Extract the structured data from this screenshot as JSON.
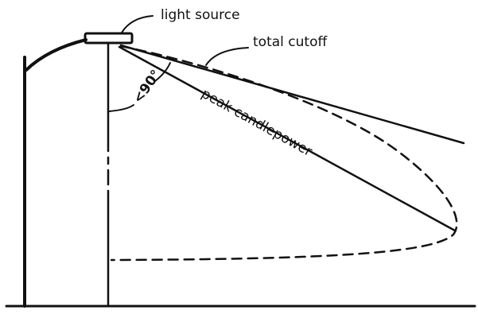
{
  "labels": {
    "light_source": "light source",
    "total_cutoff": "total cutoff",
    "angle": "<90°",
    "peak_candlepower": "peak candlepower"
  },
  "colors": {
    "ink": "#111111",
    "background": "#ffffff"
  }
}
